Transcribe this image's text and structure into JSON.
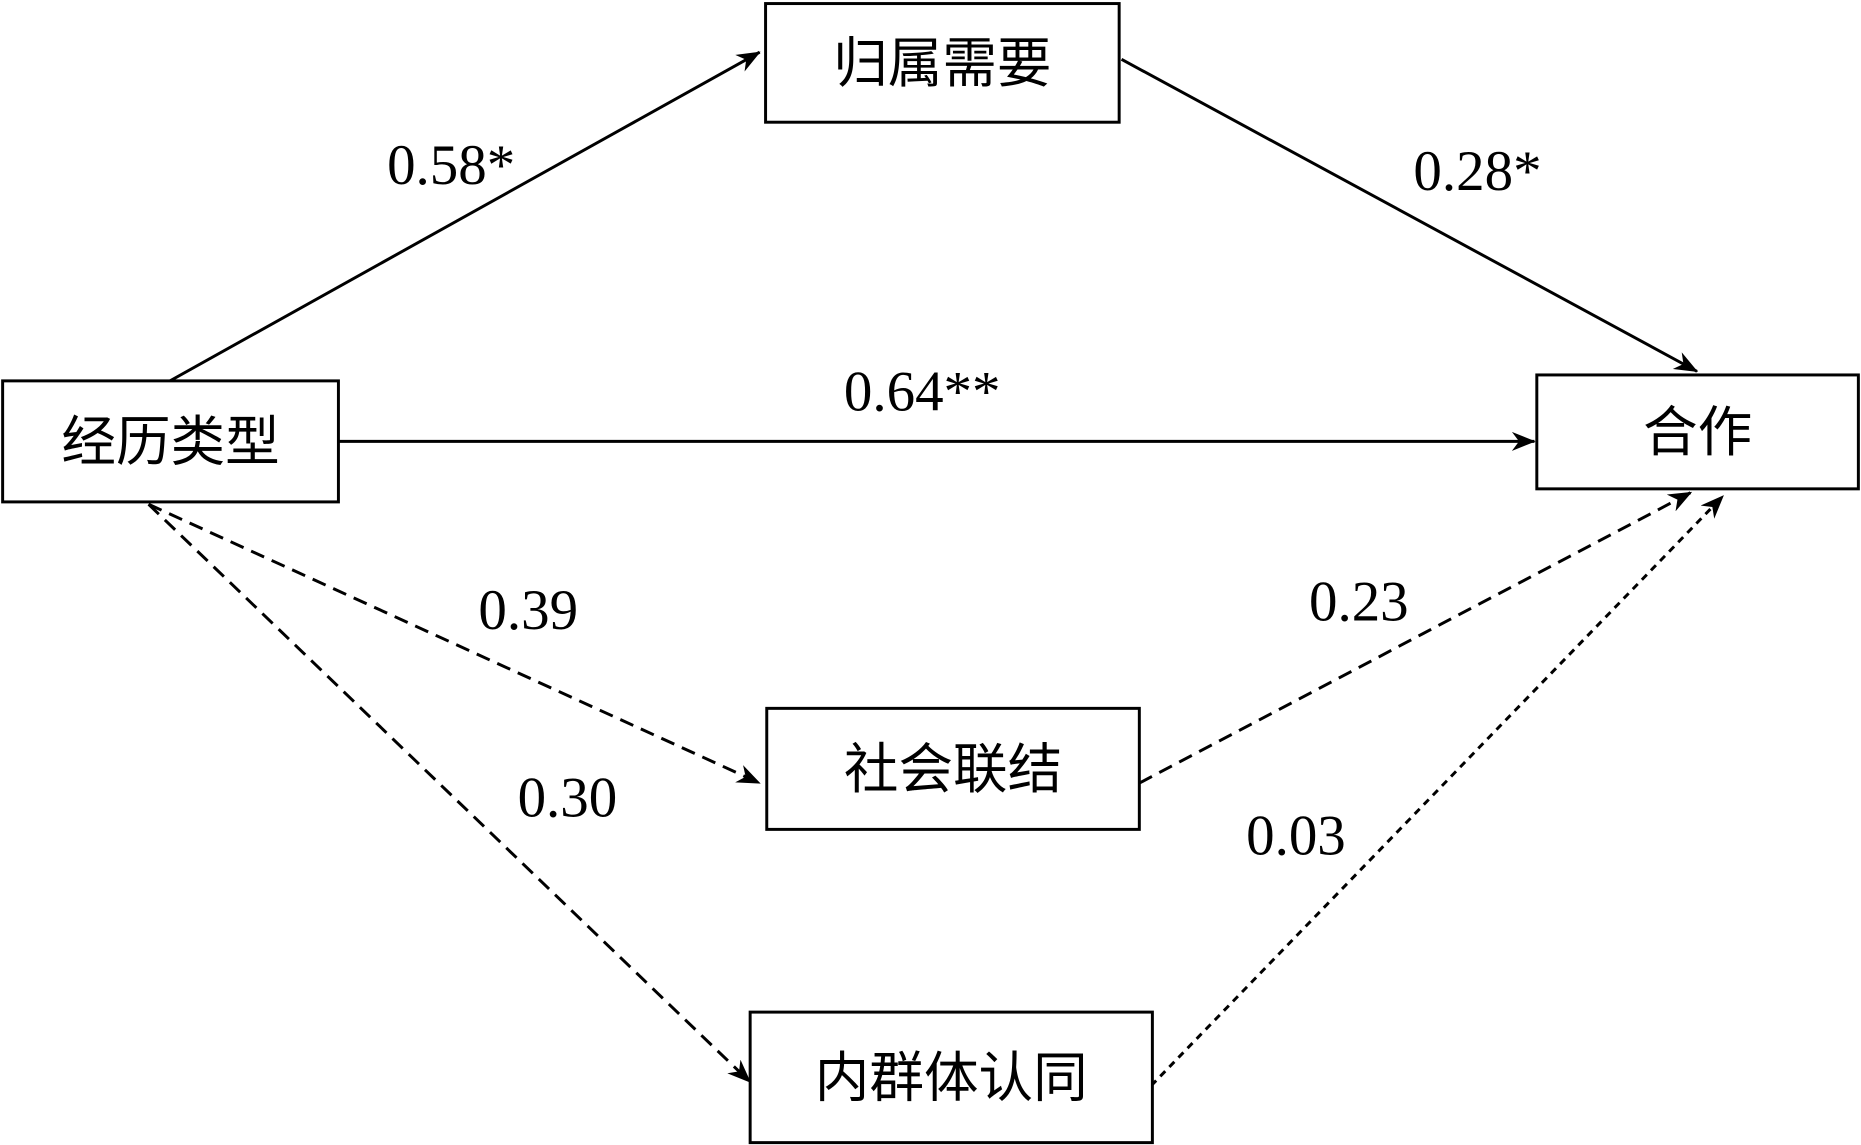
{
  "diagram": {
    "nodes": {
      "experience_type": {
        "label": "经历类型"
      },
      "belonging_need": {
        "label": "归属需要"
      },
      "cooperation": {
        "label": "合作"
      },
      "social_connection": {
        "label": "社会联结"
      },
      "ingroup_identity": {
        "label": "内群体认同"
      }
    },
    "edges": {
      "exp_to_belonging": {
        "from": "经历类型",
        "to": "归属需要",
        "label": "0.58*",
        "style": "solid"
      },
      "belonging_to_coop": {
        "from": "归属需要",
        "to": "合作",
        "label": "0.28*",
        "style": "solid"
      },
      "exp_to_coop": {
        "from": "经历类型",
        "to": "合作",
        "label": "0.64**",
        "style": "solid"
      },
      "exp_to_social": {
        "from": "经历类型",
        "to": "社会联结",
        "label": "0.39",
        "style": "dashed"
      },
      "exp_to_ingroup": {
        "from": "经历类型",
        "to": "内群体认同",
        "label": "0.30",
        "style": "dashed"
      },
      "social_to_coop": {
        "from": "社会联结",
        "to": "合作",
        "label": "0.23",
        "style": "dashed"
      },
      "ingroup_to_coop": {
        "from": "内群体认同",
        "to": "合作",
        "label": "0.03",
        "style": "dotted"
      }
    }
  }
}
